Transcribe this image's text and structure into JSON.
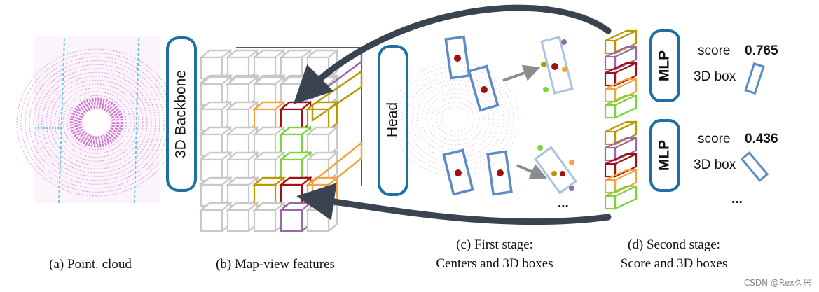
{
  "modules": {
    "backbone": "3D Backbone",
    "head": "Head",
    "mlp_top": "MLP",
    "mlp_bottom": "MLP"
  },
  "outputs": {
    "top": {
      "score_label": "score",
      "score_value": "0.765",
      "box_label": "3D box"
    },
    "bottom": {
      "score_label": "score",
      "score_value": "0.436",
      "box_label": "3D box"
    },
    "more": "..."
  },
  "first_stage_more": "...",
  "captions": {
    "a": "(a) Point. cloud",
    "b": "(b) Map-view features",
    "c_line1": "(c) First stage:",
    "c_line2": "Centers and 3D boxes",
    "d_line1": "(d) Second stage:",
    "d_line2": "Score and 3D boxes"
  },
  "watermark": "CSDN @Rex久居",
  "colors": {
    "module_border": "#1f6fa3",
    "box_blue": "#5b8cc4",
    "box_light": "#a8c4e0",
    "arrow": "#3a4350",
    "center_red": "#a01010",
    "gold": "#b89a00",
    "purple": "#9a68a8",
    "darkred": "#a01018",
    "orange": "#f3a43c",
    "green": "#7cd33a",
    "cube_gray": "#c8c8c8",
    "cloud_pink": "#cc66cc",
    "cloud_cyan": "#55d0e0"
  }
}
